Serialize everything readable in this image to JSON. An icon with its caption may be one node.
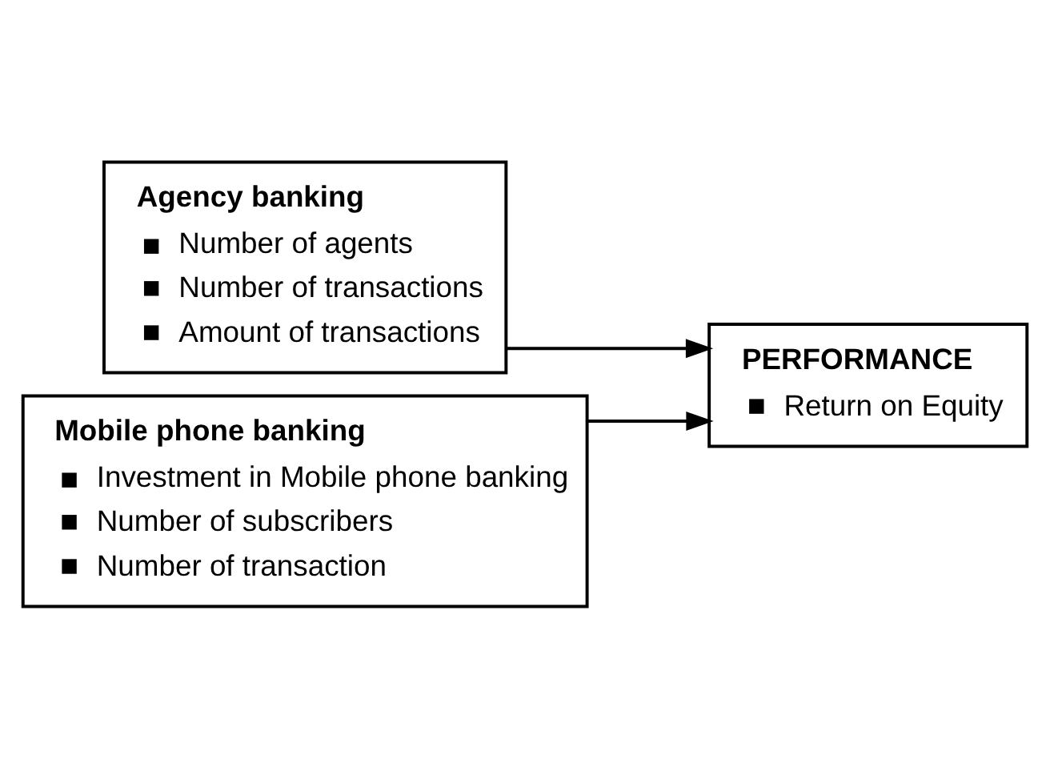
{
  "diagram": {
    "nodes": [
      {
        "text": [
          "Agency banking",
          "Number of agents",
          "Number of transactions",
          "Amount of transactions"
        ]
      },
      {
        "text": [
          "Mobile phone banking",
          "Investment in Mobile phone banking",
          "Number of subscribers",
          "Number of transaction"
        ]
      },
      {
        "text": [
          "PERFORMANCE",
          "Return on Equity"
        ]
      }
    ],
    "edges": [
      {
        "from": 0,
        "to": 2,
        "arrow": "to"
      },
      {
        "from": 1,
        "to": 2,
        "arrow": "to"
      }
    ]
  }
}
